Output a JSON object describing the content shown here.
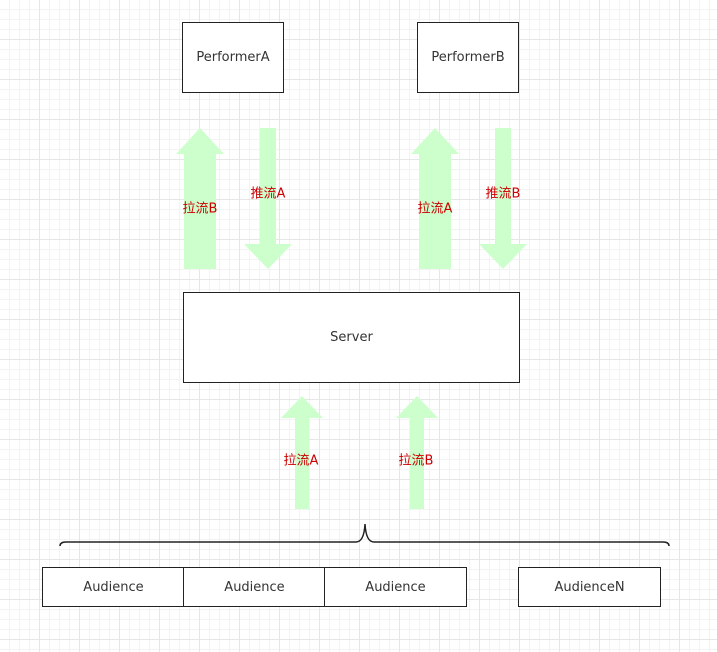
{
  "nodes": {
    "performer_a": "PerformerA",
    "performer_b": "PerformerB",
    "server": "Server",
    "audience_1": "Audience",
    "audience_2": "Audience",
    "audience_3": "Audience",
    "audience_n": "AudienceN"
  },
  "edges": {
    "pull_b_to_a": "拉流B",
    "push_a": "推流A",
    "pull_a_to_b": "拉流A",
    "push_b": "推流B",
    "audience_pull_a": "拉流A",
    "audience_pull_b": "拉流B"
  },
  "colors": {
    "arrow_fill": "#ccffcc",
    "label": "#cc0000",
    "border": "#222222"
  }
}
